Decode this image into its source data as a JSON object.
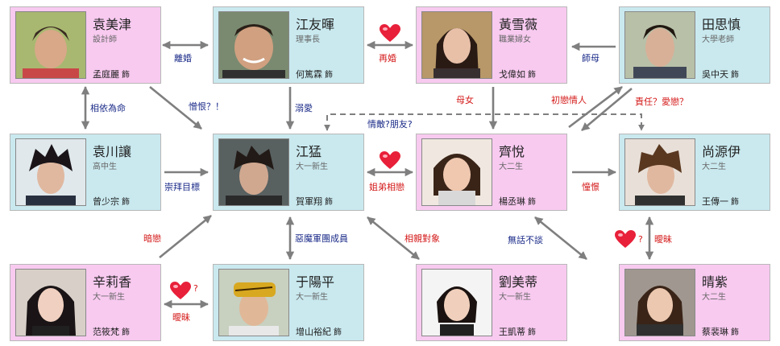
{
  "colors": {
    "pink_card": "#f8caf0",
    "blue_card": "#c9e9ef",
    "arrow": "#7f7f7f",
    "blue_label": "#1a2a88",
    "red_label": "#d41818",
    "heart": "#e8203a"
  },
  "actor_suffix": "飾",
  "characters": [
    {
      "name": "袁美津",
      "role": "設計師",
      "actor": "孟庭麗"
    },
    {
      "name": "江友暉",
      "role": "理事長",
      "actor": "何篤霖"
    },
    {
      "name": "黃雪薇",
      "role": "職業婦女",
      "actor": "戈偉如"
    },
    {
      "name": "田思慎",
      "role": "大學老師",
      "actor": "吳中天"
    },
    {
      "name": "袁川讓",
      "role": "高中生",
      "actor": "曾少宗"
    },
    {
      "name": "江猛",
      "role": "大一新生",
      "actor": "賀軍翔"
    },
    {
      "name": "齊悅",
      "role": "大二生",
      "actor": "楊丞琳"
    },
    {
      "name": "尚源伊",
      "role": "大二生",
      "actor": "王傳一"
    },
    {
      "name": "辛莉香",
      "role": "大一新生",
      "actor": "范筱梵"
    },
    {
      "name": "于陽平",
      "role": "大一新生",
      "actor": "增山裕紀"
    },
    {
      "name": "劉美蒂",
      "role": "大一新生",
      "actor": "王凱蒂"
    },
    {
      "name": "晴紫",
      "role": "大二生",
      "actor": "蔡裴琳"
    }
  ],
  "relations": {
    "divorce": "離婚",
    "remarry": "再婚",
    "master_wife": "師母",
    "mutual_dependence": "相依為命",
    "hatred": "憎恨？！",
    "doting": "溺愛",
    "mother_daughter": "母女",
    "first_love": "初戀情人",
    "responsibility": "責任？愛戀？",
    "rival_or_friend": "情敵?朋友?",
    "worship": "崇拜目標",
    "sibling_love": "姐弟相戀",
    "admire": "憧憬",
    "crush": "暗戀",
    "gang_member": "惡魔軍團成員",
    "blind_date": "相親對象",
    "confidant": "無話不談",
    "ambiguous_right": "曖昧",
    "ambiguous_left": "曖昧"
  },
  "question_mark": "?"
}
